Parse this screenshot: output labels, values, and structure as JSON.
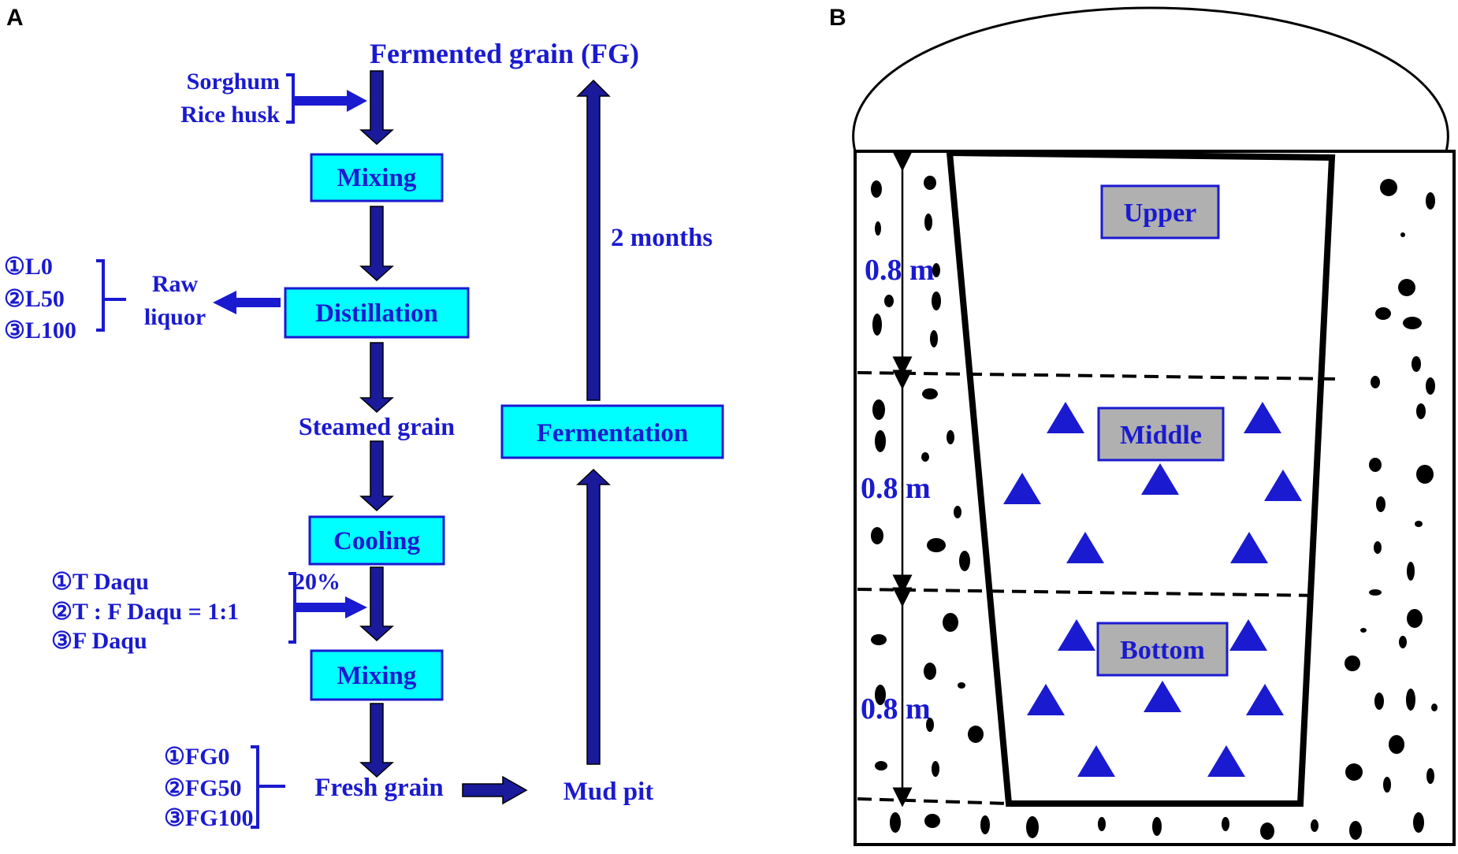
{
  "panels": {
    "a": "A",
    "b": "B"
  },
  "flow": {
    "top_product": "Fermented grain (FG)",
    "raw_materials": [
      "Sorghum",
      "Rice husk"
    ],
    "steps": {
      "mixing1": "Mixing",
      "distillation": "Distillation",
      "steamed": "Steamed grain",
      "cooling": "Cooling",
      "mixing2": "Mixing",
      "fresh": "Fresh grain",
      "mudpit": "Mud pit",
      "fermentation": "Fermentation"
    },
    "duration": "2 months",
    "raw_liquor": [
      "Raw",
      "liquor"
    ],
    "liquor_groups": [
      "①L0",
      "②L50",
      "③L100"
    ],
    "daqu_percent": "20%",
    "daqu_groups": [
      "①T Daqu",
      "②T : F Daqu = 1:1",
      "③F Daqu"
    ],
    "fg_groups": [
      "①FG0",
      "②FG50",
      "③FG100"
    ]
  },
  "pit": {
    "layers": [
      "Upper",
      "Middle",
      "Bottom"
    ],
    "depths": [
      "0.8 m",
      "0.8 m",
      "0.8 m"
    ]
  },
  "colors": {
    "label_text": "#1a1ad0",
    "box_fill": "#00ffff",
    "arrow_fill": "#1a1a9a",
    "layer_box_fill": "#b0b0b0",
    "triangle": "#1a1ad0"
  }
}
